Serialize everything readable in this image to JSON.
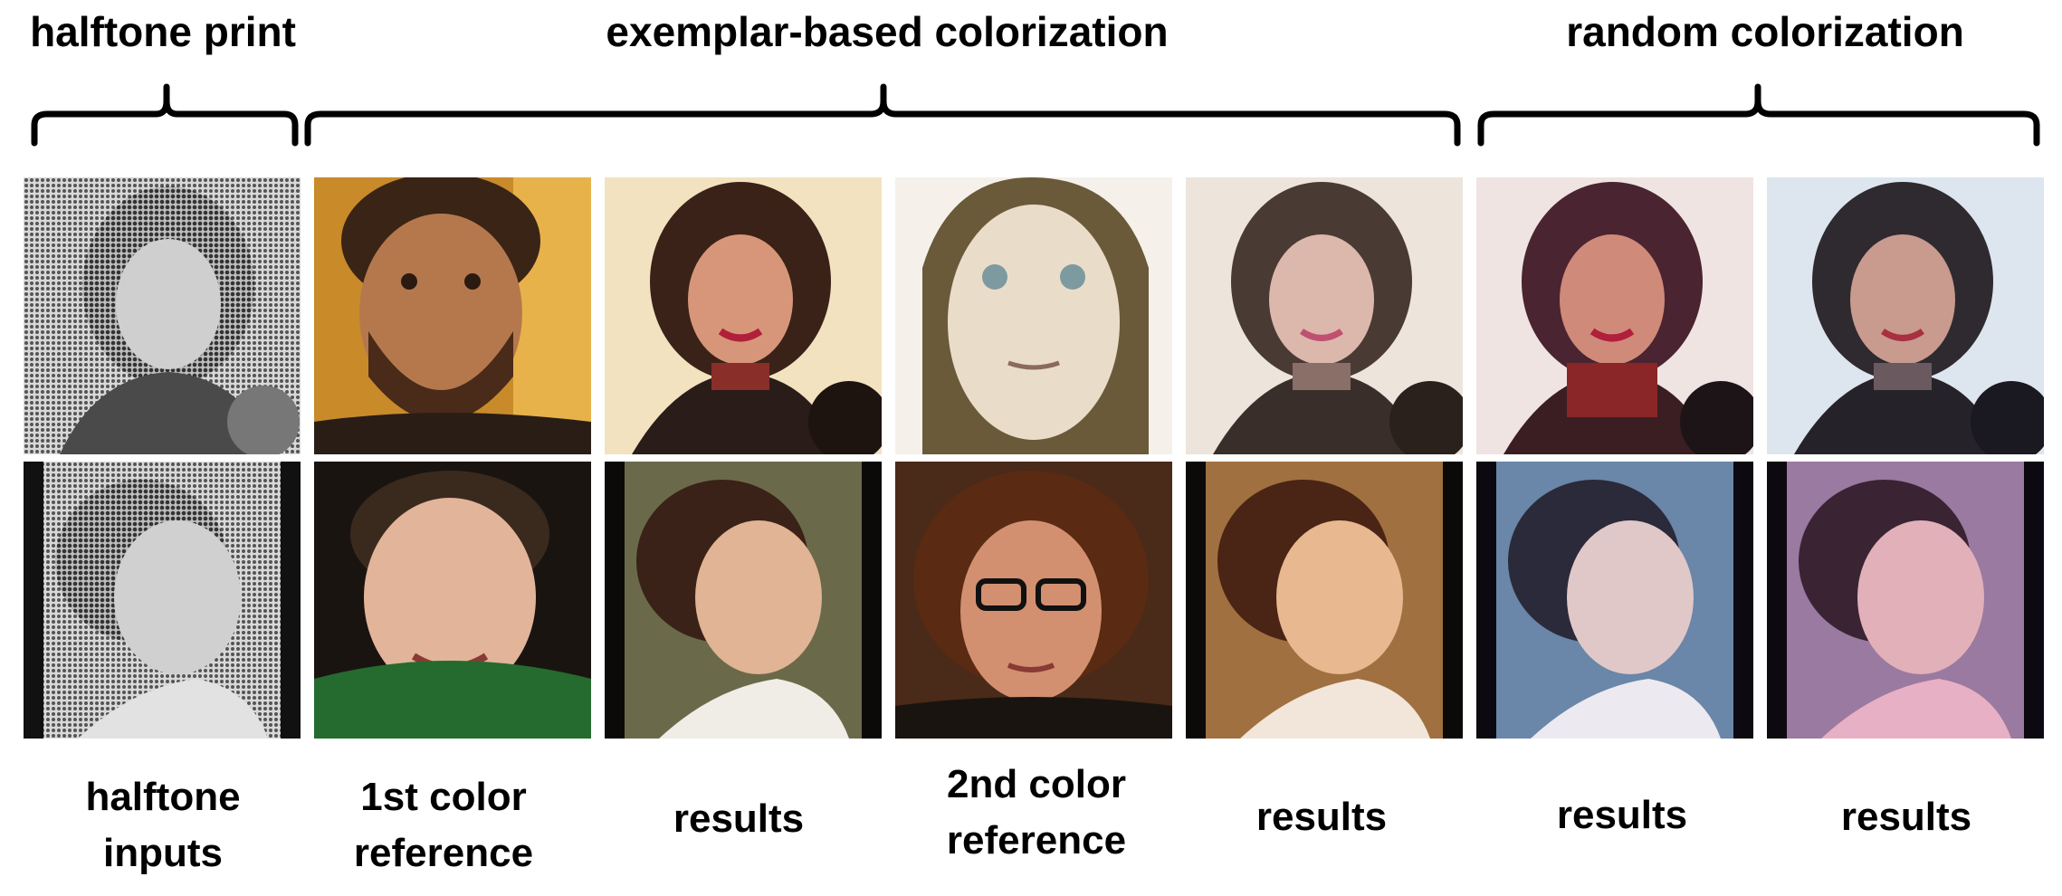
{
  "headers": {
    "halftone": "halftone print",
    "exemplar": "exemplar-based colorization",
    "random": "random colorization"
  },
  "columns": [
    {
      "line1": "halftone",
      "line2": "inputs"
    },
    {
      "line1": "1st color",
      "line2": "reference"
    },
    {
      "line1": "results",
      "line2": ""
    },
    {
      "line1": "2nd color",
      "line2": "reference"
    },
    {
      "line1": "results",
      "line2": ""
    },
    {
      "line1": "results",
      "line2": ""
    },
    {
      "line1": "results",
      "line2": ""
    }
  ],
  "palette": {
    "bg": "#ffffff",
    "text": "#000000"
  }
}
